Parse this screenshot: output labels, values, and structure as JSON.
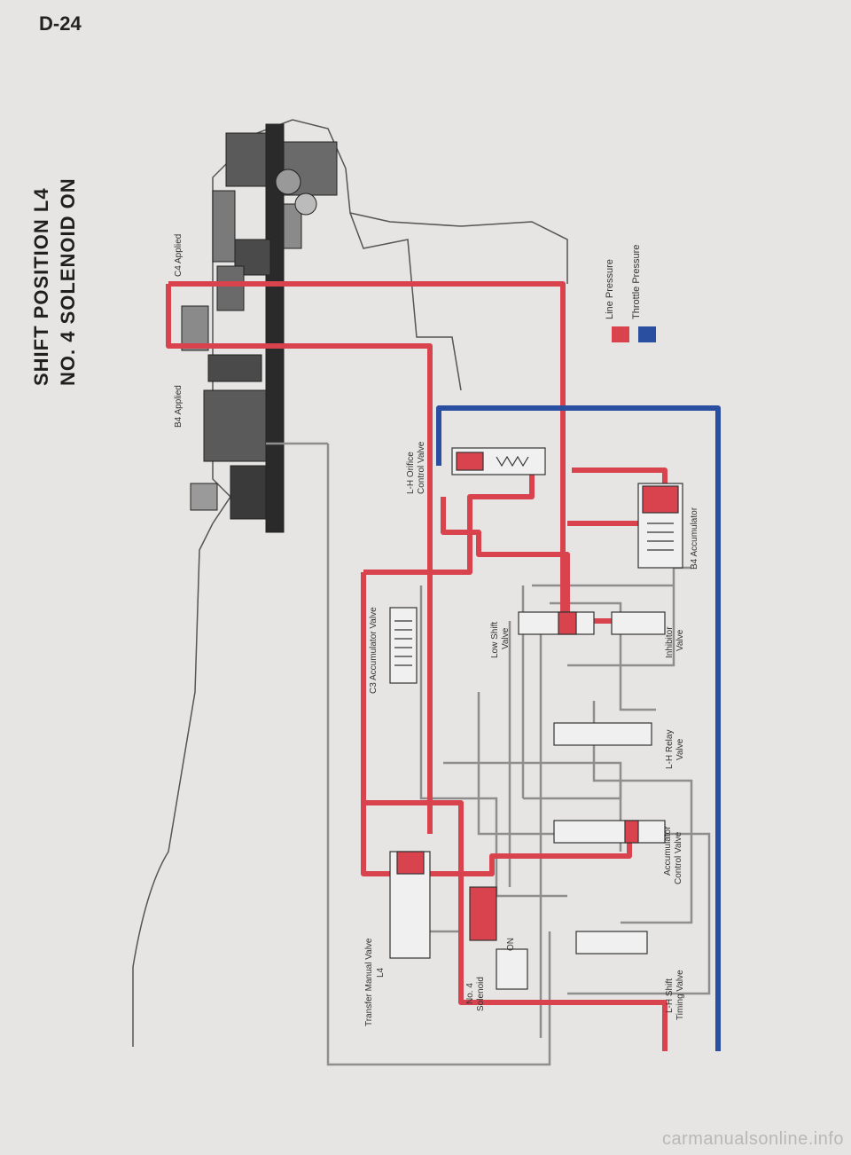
{
  "page_number": "D-24",
  "title": {
    "line1": "SHIFT POSITION L4",
    "line2": "NO. 4 SOLENOID ON"
  },
  "legend": {
    "line_pressure": {
      "label": "Line Pressure",
      "color": "#d9434e"
    },
    "throttle_pressure": {
      "label": "Throttle Pressure",
      "color": "#2a4fa0"
    }
  },
  "labels": {
    "c4_applied": "C4 Applied",
    "b4_applied": "B4 Applied",
    "lh_orifice_control_valve_1": "L-H Orifice",
    "lh_orifice_control_valve_2": "Control Valve",
    "b4_accumulator": "B4 Accumulator",
    "c3_accumulator_valve": "C3 Accumulator Valve",
    "low_shift_valve_1": "Low Shift",
    "low_shift_valve_2": "Valve",
    "inhibitor_valve_1": "Inhibitor",
    "inhibitor_valve_2": "Valve",
    "lh_relay_valve_1": "L-H Relay",
    "lh_relay_valve_2": "Valve",
    "accumulator_control_valve_1": "Accumulator",
    "accumulator_control_valve_2": "Control Valve",
    "transfer_manual_valve": "Transfer Manual Valve",
    "transfer_manual_position": "L4",
    "no4_solenoid_1": "No. 4",
    "no4_solenoid_2": "Solenoid",
    "solenoid_state": "ON",
    "lh_shift_timing_valve_1": "L-H Shift",
    "lh_shift_timing_valve_2": "Timing Valve"
  },
  "watermark": "carmanualsonline.info"
}
